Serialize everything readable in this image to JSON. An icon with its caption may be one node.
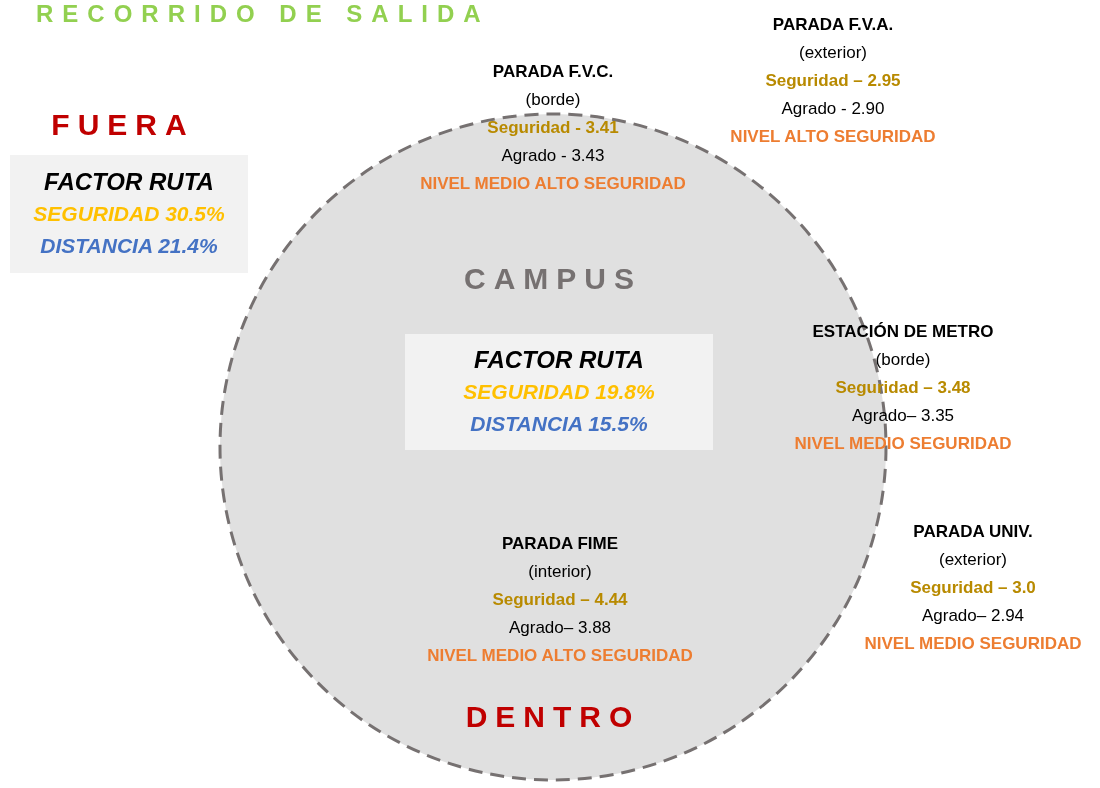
{
  "diagram": {
    "title": "RECORRIDO DE SALIDA",
    "nodes": [
      {
        "text": [
          "CAMPUS",
          "DENTRO"
        ]
      },
      {
        "text": [
          "FACTOR RUTA",
          "SEGURIDAD 30.5%",
          "DISTANCIA 21.4%"
        ]
      },
      {
        "text": [
          "FACTOR RUTA",
          "SEGURIDAD 19.8%",
          "DISTANCIA 15.5%"
        ],
        "in": 0
      }
    ],
    "edges": [],
    "labels": [
      "FUERA",
      "PARADA F.V.A.",
      "(exterior)",
      "Seguridad – 2.95",
      "Agrado - 2.90",
      "NIVEL ALTO SEGURIDAD",
      "PARADA F.V.C.",
      "(borde)",
      "Seguridad - 3.41",
      "Agrado - 3.43",
      "NIVEL MEDIO ALTO SEGURIDAD",
      "ESTACIÓN DE METRO",
      "(borde)",
      "Seguridad – 3.48",
      "Agrado– 3.35",
      "NIVEL MEDIO SEGURIDAD",
      "PARADA UNIV.",
      "(exterior)",
      "Seguridad – 3.0",
      "Agrado– 2.94",
      "NIVEL MEDIO SEGURIDAD",
      "PARADA FIME",
      "(interior)",
      "Seguridad – 4.44",
      "Agrado– 3.88",
      "NIVEL MEDIO ALTO SEGURIDAD"
    ]
  }
}
